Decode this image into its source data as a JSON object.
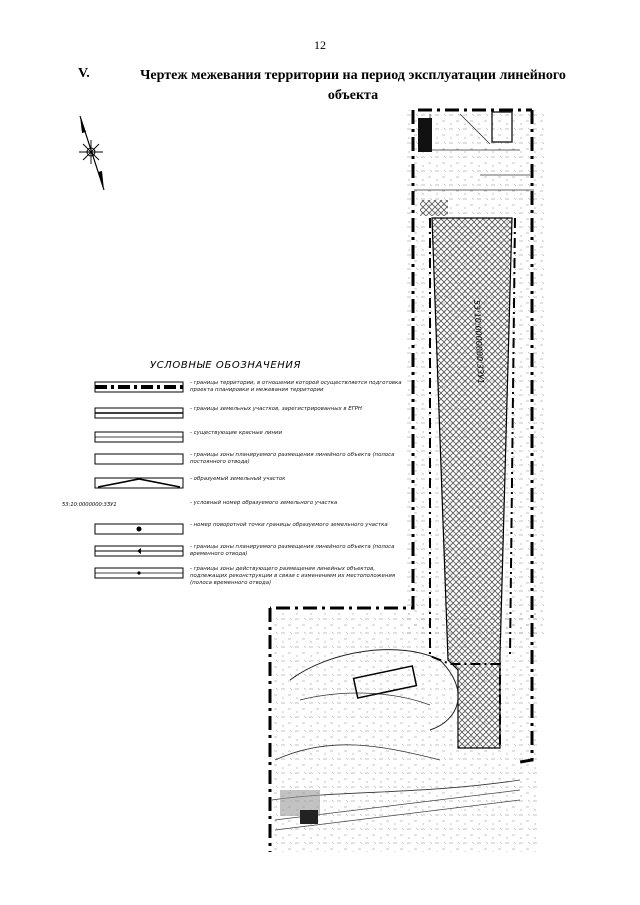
{
  "page": {
    "number": "12"
  },
  "heading": {
    "section": "V.",
    "title": "Чертеж межевания территории на период эксплуатации линейного объекта"
  },
  "map": {
    "parcel_label": "53:10:0000000:3ЗУ1",
    "parcel_color": "#6f6f6f"
  },
  "legend": {
    "title": "УСЛОВНЫЕ ОБОЗНАЧЕНИЯ",
    "items": [
      {
        "text": "- границы территории, в отношении которой осуществляется подготовка проекта планировки и межевания территории"
      },
      {
        "text": "- границы земельных участков, зарегистрированных в ЕГРН"
      },
      {
        "text": "- существующие красные линии"
      },
      {
        "text": "- границы зоны планируемого размещения линейного объекта (полоса постоянного отвода)"
      },
      {
        "text": "- образуемый земельный участок"
      },
      {
        "code": "53:10:0000000:3ЗУ1",
        "text": "- условный номер образуемого земельного участка"
      },
      {
        "text": "- номер поворотной точки границы образуемого земельного участка"
      },
      {
        "text": "- границы зоны планируемого размещения линейного объекта (полоса временного отвода)"
      },
      {
        "text": "- границы зоны действующего размещения линейных объектов, подлежащих реконструкции в связи с изменением их местоположения (полоса временного отвода)"
      }
    ]
  }
}
